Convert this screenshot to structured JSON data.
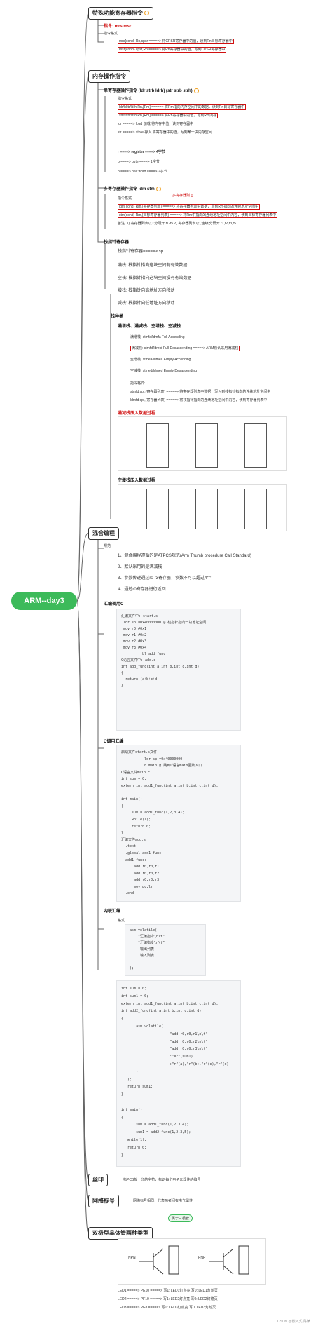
{
  "root": "ARM--day3",
  "branches": {
    "special": {
      "title": "特殊功能寄存器指令",
      "sub1": "指令: mrs msr",
      "sub2": "指令格式:",
      "line1": "mrs{cond} Rn,cpsr =====> 将CPSR寄存器中的值，读到Rn目标寄存器中",
      "line2": "msr{cond} cpsr,Rn =====> 将Rn寄存器中的值，写到CPSR寄存器中"
    },
    "memory": {
      "title": "内存操作指令",
      "single": {
        "title": "单寄存器操作指令 (ldr strb ldrh) (str strb strh)",
        "fmt": "指令格式:",
        "l1": "ldr/ldrb/ldrh Rn,[Rm] =====> 将Rm指向内存空间中的数据，读到Rn目标寄存器中",
        "l2": "str/strb/strh Rn,[Rm] =====> 将Rn寄存器中的值，写到Rm内存",
        "l3": "ldr =====> load 加载 将内存中值，读到寄存器中",
        "l4": "str =====> store 存入 将寄存器中的值，写到某一块内存空间",
        "s1": "r ====> register ====> 4字节",
        "s2": "b ====> byte ====> 1字节",
        "s3": "h ====> half word ====> 2字节"
      },
      "multi": {
        "title": "多寄存器操作指令 ldm stm",
        "fmt": "指令格式:",
        "note": "多寄存器列 {}",
        "l1": "ldm{cond} Rm,{寄存器列表} =====> 将寄存器列表中数据，写到Rm指向的连续地址空间中",
        "l2": "stm{cond} Rm,{目标寄存器列表} =====> 将Rm中指向的连续地址空间中内容，读到目标寄存器列表中",
        "l3": "备注: 1) 寄存器列表以'-'分隔开 r1-r5  2) 寄存器列表以','连续'分隔开 r1,r2,r3,r5"
      },
      "stack": {
        "title": "栈指针寄存器",
        "sp": "栈指针寄存器=====> sp",
        "d1": "满栈: 栈指针指向这块空间有有效数据",
        "d2": "空栈: 栈指针指向这块空间没有有效数据",
        "d3": "增栈: 栈指针向高地址方向移动",
        "d4": "减栈: 栈指针向低地址方向移动",
        "kinds": "栈种类",
        "kinds_title": "满增栈、满减栈、空增栈、空减栈",
        "k1": "满增栈: stmfa/ldmfa  Full Accending",
        "k2": "满减栈: stmfd/ldmfd  Full Desascending =====> ARM默认采用满减栈",
        "k3": "空增栈: stmea/ldmea  Empty Accending",
        "k4": "空减栈: stmed/ldmed  Empty Desascending",
        "fmt": "指令格式:",
        "f1": "stmfd sp!,{寄存器列表} =====> 将寄存器列表中数据，写入到栈指针指向的连续地址空间中",
        "f2": "ldmfd sp!,{寄存器列表} =====> 将栈指针指向的连续地址空间中内容，读到寄存器列表中",
        "push_title": "满减栈压入数据过程",
        "pop_title": "空增栈压入数据过程"
      }
    },
    "mixed": {
      "title": "混合编程",
      "rule": "规范:",
      "r1": "1、混合编程遵循的是ATPCS规范(Arm Thumb procedure Call Standard)",
      "r2": "2、默认采用的是满减栈",
      "r3": "3、参数传递通过r0-r3寄存器，参数不可以超过4个",
      "r4": "4、通过r0寄存器进行返回",
      "asm_call_c": "汇编调用C",
      "c_call_asm": "C调用汇编",
      "inline": "内联汇编",
      "inline_fmt": "格式:",
      "code1": [
        "汇编文件中: start.s",
        " ldr sp,=0x40000000 @ 栈指针指向一块地址空间",
        " mov r0,#0x1",
        " mov r1,#0x2",
        " mov r2,#0x3",
        " mov r3,#0x4",
        "          bl add_func",
        "C语言文件中: add.c",
        "int add_func(int a,int b,int c,int d)",
        "{",
        "  return (a+b+c+d);",
        "}"
      ],
      "code2": [
        "启动文件start.s文件",
        "           ldr sp,=0x40000000",
        "           b main @ 跳到C语言main函数入口",
        "C语言文件main.c",
        "int sum = 0;",
        "extern int add1_func(int a,int b,int c,int d);",
        "",
        "int main()",
        "{",
        "     sum = add1_func(1,2,3,4);",
        "     while(1);",
        "     return 0;",
        "}",
        "汇编文件add.s",
        "  .text",
        "  .global add1_func",
        "  add1_func:",
        "      add r0,r0,r1",
        "      add r0,r0,r2",
        "      add r0,r0,r3",
        "      mov pc,lr",
        "  .end"
      ],
      "code3": [
        "asm volatile(",
        "    \"汇编指令\\n\\t\"",
        "    \"汇编指令\\n\\t\"",
        "    :输出列表",
        "    :输入列表",
        "    :",
        ");"
      ],
      "code4": [
        "int sum = 0;",
        "int sum1 = 0;",
        "extern int add1_func(int a,int b,int c,int d);",
        "int add2_func(int a,int b,int c,int d)",
        "{",
        "       asm volatile(",
        "                       \"add r0,r0,r1\\n\\t\"",
        "                       \"add r0,r0,r2\\n\\t\"",
        "                       \"add r0,r0,r3\\n\\t\"",
        "                       :\"=r\"(sum1)",
        "                       :\"r\"(a),\"r\"(b),\"r\"(c),\"r\"(d)",
        "       );",
        "   );",
        "   return sum1;",
        "}",
        "",
        "int main()",
        "{",
        "       sum = add1_func(1,2,3,4);",
        "       sum1 = add2_func(1,2,3,5);",
        "   while(1);",
        "   return 0;",
        "}"
      ]
    },
    "silk": {
      "title": "丝印",
      "text": "指PCB板上印的字符，标识每个电子元器件的编号"
    },
    "net": {
      "title": "网络标号",
      "text": "网络标号相同，代表两者间有电气属性"
    },
    "bjt": {
      "title": "双极型晶体管两种类型",
      "bubble": "属于三极管",
      "npn": "NPN",
      "pnp": "PNP",
      "ll1": "LED1 =====> PE10 =====> 写1: LED1灯点亮 写0: LED1灯熄灭",
      "ll2": "LED2 =====> PF10 =====> 写1: LED2灯点亮 写0: LED2灯熄灭",
      "ll3": "LED3 =====> PE8  =====> 写1: LED3灯点亮 写0: LED3灯熄灭"
    }
  },
  "watermark": "CSDN @嵌入式-陈某"
}
